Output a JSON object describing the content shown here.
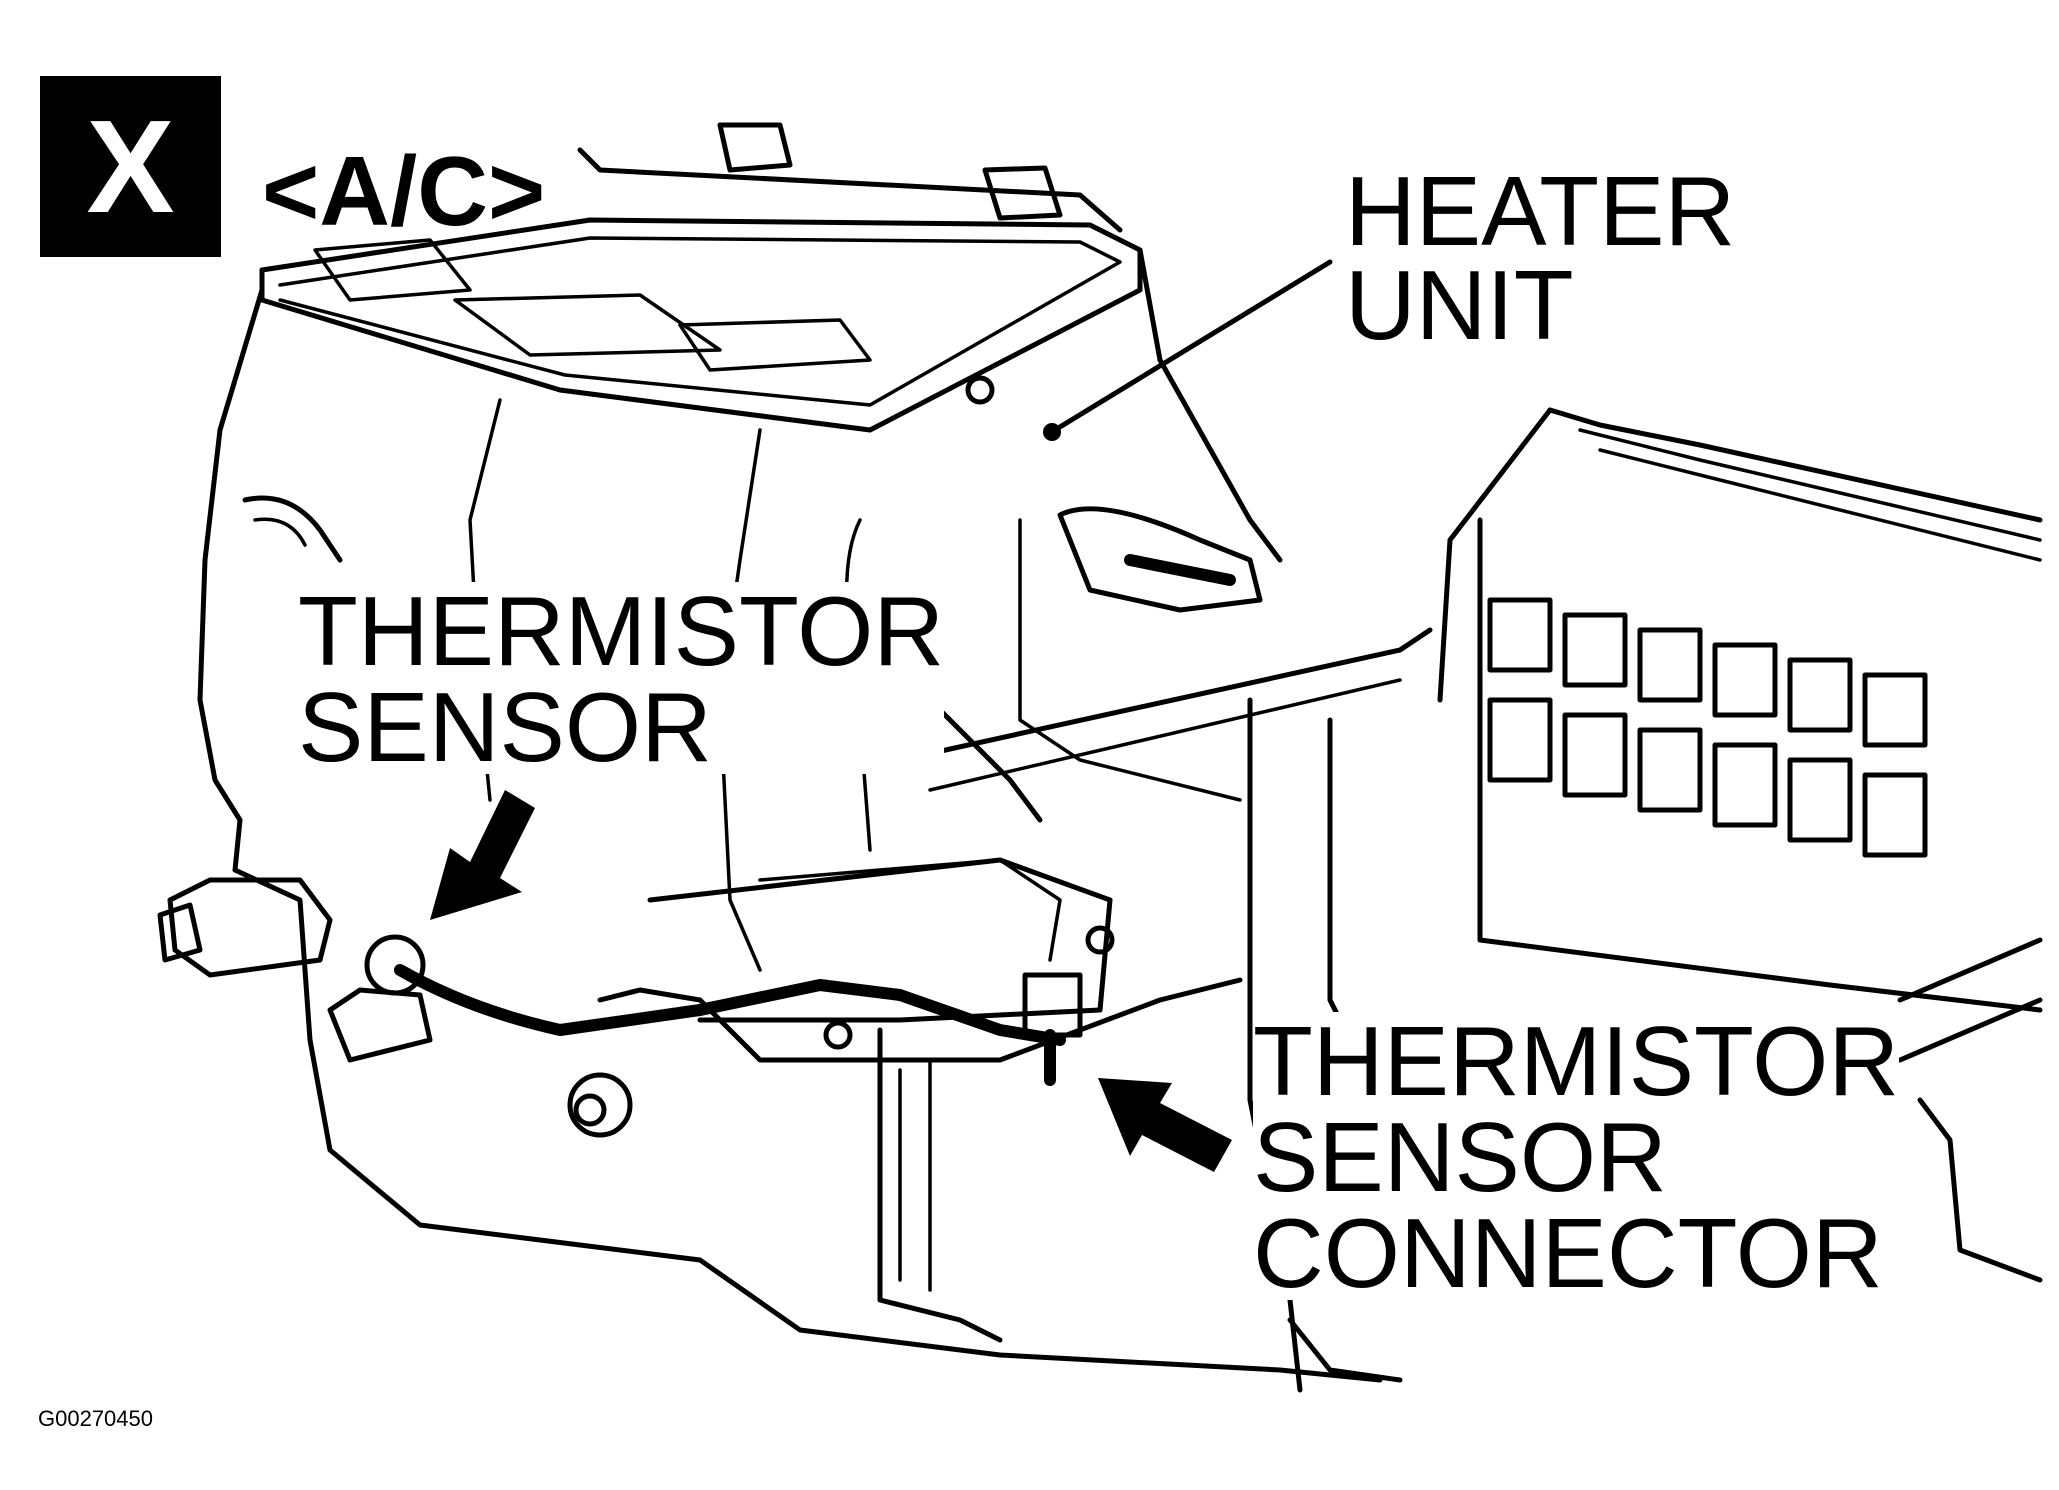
{
  "badge": {
    "letter": "X"
  },
  "labels": {
    "ac_variant": "<A/C>",
    "heater_unit": [
      "HEATER",
      "UNIT"
    ],
    "thermistor_sensor": [
      "THERMISTOR",
      "SENSOR"
    ],
    "thermistor_sensor_connector": [
      "THERMISTOR",
      "SENSOR",
      "CONNECTOR"
    ]
  },
  "figure_code": "G00270450"
}
